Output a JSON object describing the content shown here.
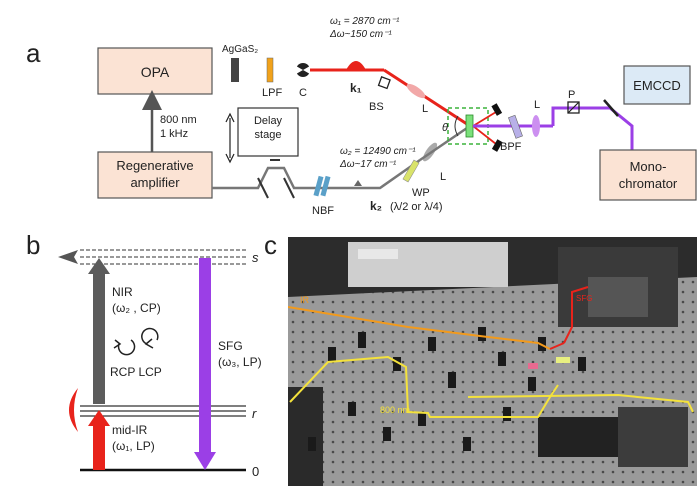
{
  "panels": {
    "a": "a",
    "b": "b",
    "c": "c"
  },
  "setup": {
    "opa": "OPA",
    "regen_line1": "Regenerative",
    "regen_line2": "amplifier",
    "rep_line1": "800 nm",
    "rep_line2": "1 kHz",
    "delay_line1": "Delay",
    "delay_line2": "stage",
    "crystal": "AgGaS₂",
    "lpf": "LPF",
    "chopper": "C",
    "w1_line1": "ω₁ = 2870 cm⁻¹",
    "w1_line2": "Δω~150 cm⁻¹",
    "k1": "k₁",
    "bs": "BS",
    "lens_top": "L",
    "theta": "θ",
    "w2_line1": "ω₂ = 12490 cm⁻¹",
    "w2_line2": "Δω~17 cm⁻¹",
    "k2": "k₂",
    "nbf": "NBF",
    "lens_bottom": "L",
    "wp": "WP",
    "wp_note": "(λ/2 or λ/4)",
    "bpf": "BPF",
    "lens_right": "L",
    "polarizer": "P",
    "emccd": "EMCCD",
    "mono_line1": "Mono-",
    "mono_line2": "chromator"
  },
  "levels": {
    "s": "s",
    "r": "r",
    "zero": "0",
    "nir_line1": "NIR",
    "nir_line2": "(ω₂ , CP)",
    "rcp_lcp": "RCP LCP",
    "sfg_line1": "SFG",
    "sfg_line2": "(ω₃, LP)",
    "mir_line1": "mid-IR",
    "mir_line2": "(ω₁, LP)"
  },
  "photo": {
    "ir_label": "IR",
    "nm800_label": "800 nm",
    "sfg_label": "SFG"
  },
  "colors": {
    "ir": "#e8231b",
    "nir": "#555555",
    "sfg": "#9b3fe6",
    "box_fill": "#fbe3d4",
    "emccd_fill": "#dceaf6",
    "photo_orange": "#f29a1c",
    "photo_yellow": "#f4e23c"
  }
}
